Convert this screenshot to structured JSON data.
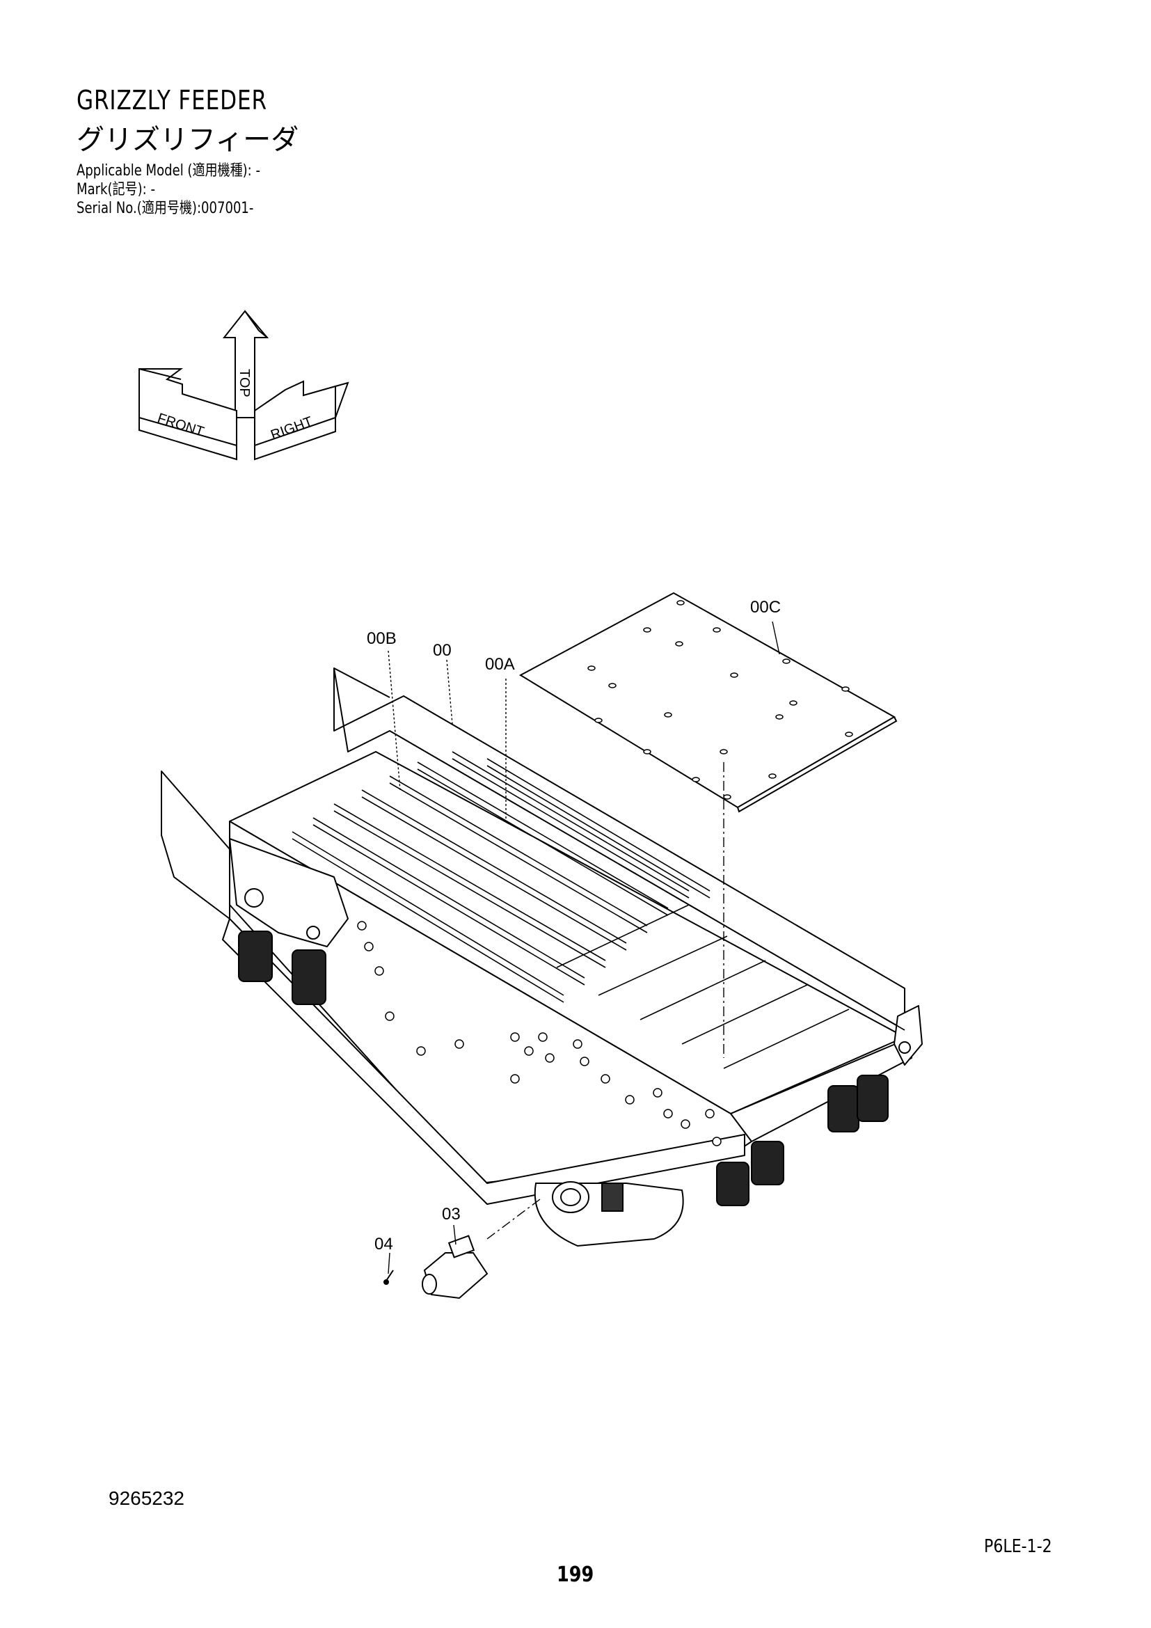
{
  "header": {
    "title_en": "GRIZZLY FEEDER",
    "title_jp": "グリズリフィーダ",
    "applicable_model": "Applicable Model (適用機種): -",
    "mark": "Mark(記号): -",
    "serial_no": "Serial No.(適用号機):007001-"
  },
  "orientation": {
    "front": "FRONT",
    "top": "TOP",
    "right": "RIGHT"
  },
  "callouts": {
    "c00": "00",
    "c00a": "00A",
    "c00b": "00B",
    "c00c": "00C",
    "c03": "03",
    "c04": "04"
  },
  "footer": {
    "doc_number": "9265232",
    "page_code": "P6LE-1-2",
    "page_number": "199"
  }
}
